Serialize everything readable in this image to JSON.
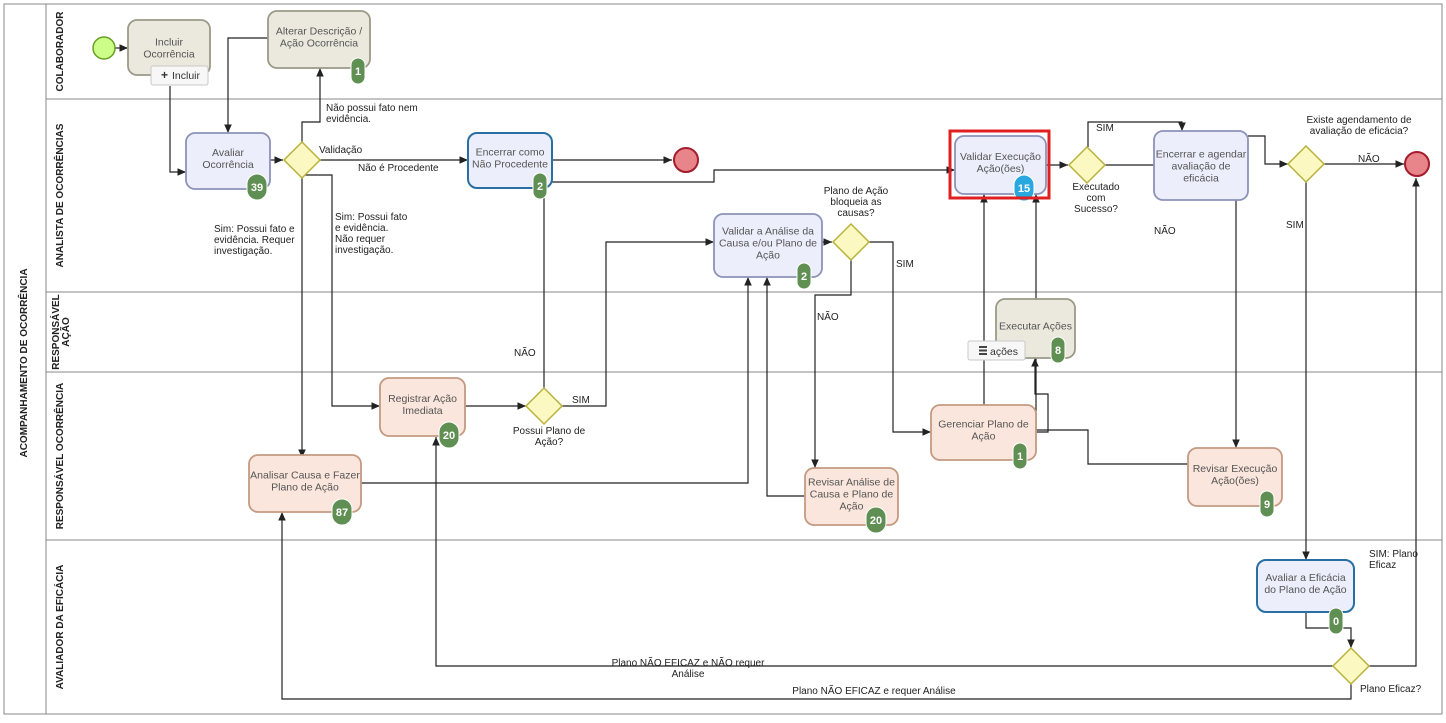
{
  "pool": {
    "title": "ACOMPANHAMENTO DE OCORRÊNCIA"
  },
  "lanes": [
    {
      "id": "colaborador",
      "title": [
        "COLABORADOR"
      ]
    },
    {
      "id": "analista",
      "title": [
        "ANALISTA DE OCORRÊNCIAS"
      ]
    },
    {
      "id": "resp_acao",
      "title": [
        "RESPONSÁVEL",
        "AÇÃO"
      ]
    },
    {
      "id": "resp_ocorrencia",
      "title": [
        "RESPONSÁVEL OCORRÊNCIA"
      ]
    },
    {
      "id": "avaliador",
      "title": [
        "AVALIADOR DA EFICÁCIA"
      ]
    }
  ],
  "tasks": [
    {
      "id": "incluir",
      "label": [
        "Incluir",
        "Ocorrência"
      ],
      "badge": ""
    },
    {
      "id": "alterar",
      "label": [
        "Alterar Descrição /",
        "Ação Ocorrência"
      ],
      "badge": "1"
    },
    {
      "id": "avaliar",
      "label": [
        "Avaliar",
        "Ocorrência"
      ],
      "badge": "39"
    },
    {
      "id": "encerrar_np",
      "label": [
        "Encerrar como",
        "Não Procedente"
      ],
      "badge": "2"
    },
    {
      "id": "validar_analise",
      "label": [
        "Validar a Análise da",
        "Causa e/ou Plano de",
        "Ação"
      ],
      "badge": "2"
    },
    {
      "id": "validar_exec",
      "label": [
        "Validar Execução",
        "Ação(ões)"
      ],
      "badge": "15"
    },
    {
      "id": "encerrar_agendar",
      "label": [
        "Encerrar e agendar",
        "avaliação de",
        "eficácia"
      ],
      "badge": ""
    },
    {
      "id": "executar",
      "label": [
        "Executar Ações"
      ],
      "badge": "8"
    },
    {
      "id": "registrar",
      "label": [
        "Registrar Ação",
        "Imediata"
      ],
      "badge": "20"
    },
    {
      "id": "analisar",
      "label": [
        "Analisar Causa e Fazer",
        "Plano de Ação"
      ],
      "badge": "87"
    },
    {
      "id": "revisar_analise",
      "label": [
        "Revisar Análise de",
        "Causa e Plano de",
        "Ação"
      ],
      "badge": "20"
    },
    {
      "id": "gerenciar",
      "label": [
        "Gerenciar Plano de",
        "Ação"
      ],
      "badge": "1"
    },
    {
      "id": "revisar_exec",
      "label": [
        "Revisar Execução",
        "Ação(ões)"
      ],
      "badge": "9"
    },
    {
      "id": "avaliar_eficacia",
      "label": [
        "Avaliar a Eficácia",
        "do Plano de Ação"
      ],
      "badge": "0"
    }
  ],
  "buttons": {
    "incluir": "Incluir",
    "acoes": "ações"
  },
  "gateway_labels": {
    "plano_bloqueia": [
      "Plano de Ação",
      "bloqueia as",
      "causas?"
    ],
    "executado": [
      "Executado",
      "com",
      "Sucesso?"
    ],
    "existe_agendamento": [
      "Existe agendamento de",
      "avaliação de eficácia?"
    ],
    "possui_plano": [
      "Possui Plano de",
      "Ação?"
    ],
    "plano_eficaz": [
      "Plano Eficaz?"
    ]
  },
  "edge_labels": {
    "nao_possui": [
      "Não possui fato nem",
      "evidência."
    ],
    "validacao": [
      "Validação"
    ],
    "nao_procedente": [
      "Não é Procedente"
    ],
    "sim_investigacao": [
      "Sim: Possui fato e",
      "evidência. Requer",
      "investigação."
    ],
    "sim_nao_requer": [
      "Sim: Possui fato",
      "e evidência.",
      "Não requer",
      "investigação."
    ],
    "nao_possui_plano": [
      "NÃO"
    ],
    "sim_possui_plano": [
      "SIM"
    ],
    "nao_bloqueia": [
      "NÃO"
    ],
    "sim_bloqueia": [
      "SIM"
    ],
    "sim_executado": [
      "SIM"
    ],
    "nao_executado": [
      "NÃO"
    ],
    "nao_agendamento": [
      "NÃO"
    ],
    "sim_agendamento": [
      "SIM"
    ],
    "sim_eficaz": [
      "SIM: Plano",
      "Eficaz"
    ],
    "nao_eficaz_nao_requer": [
      "Plano NÃO EFICAZ e NÃO requer",
      "Análise"
    ],
    "nao_eficaz_requer": [
      "Plano NÃO EFICAZ e requer Análise"
    ]
  },
  "colors": {
    "lilac_fill": "#eceefb",
    "lilac_stroke": "#8c93b8",
    "blue_stroke": "#2a6fa3",
    "peach_fill": "#fae6dc",
    "peach_stroke": "#c49a80",
    "gray_fill": "#ebe9de",
    "gray_stroke": "#9b9a88",
    "badge_green": "#5f8f52",
    "badge_blue": "#29a8e0",
    "gateway_fill": "#fbf8c2",
    "gateway_stroke": "#b9b23a",
    "start_fill": "#ccff88",
    "start_stroke": "#6b9c22",
    "end_fill": "#e8858a",
    "end_stroke": "#a31d2c",
    "highlight": "#e02020"
  }
}
